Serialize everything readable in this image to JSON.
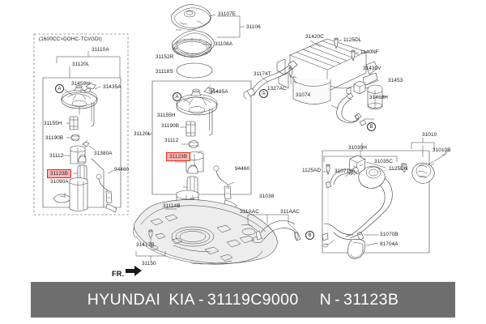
{
  "diagram": {
    "title_variant": "(1600CC>DOHC-TCI/GDI)",
    "orientation_marker": "FR.",
    "callouts": {
      "A": "A",
      "B": "B"
    },
    "left_panel_labels": [
      {
        "id": "31110A",
        "text": "31110A"
      },
      {
        "id": "31120L-left",
        "text": "31120L"
      },
      {
        "id": "31459H",
        "text": "31459H"
      },
      {
        "id": "31435A-left",
        "text": "31435A"
      },
      {
        "id": "31155H-left",
        "text": "31155H"
      },
      {
        "id": "31190B-left",
        "text": "31190B"
      },
      {
        "id": "31112-left",
        "text": "31112"
      },
      {
        "id": "31380A",
        "text": "31380A"
      },
      {
        "id": "31090A",
        "text": "31090A"
      },
      {
        "id": "94460-left",
        "text": "94460"
      }
    ],
    "center_panel_labels": [
      {
        "id": "31107E",
        "text": "31107E"
      },
      {
        "id": "31108A",
        "text": "31108A"
      },
      {
        "id": "31106",
        "text": "31106"
      },
      {
        "id": "31152R",
        "text": "31152R"
      },
      {
        "id": "31118S",
        "text": "31118S"
      },
      {
        "id": "31435A-center",
        "text": "31435A"
      },
      {
        "id": "31155H-center",
        "text": "31155H"
      },
      {
        "id": "31190B-center",
        "text": "31190B"
      },
      {
        "id": "31112-center",
        "text": "31112"
      },
      {
        "id": "31120L-center",
        "text": "31120L"
      },
      {
        "id": "31114B",
        "text": "31114B"
      },
      {
        "id": "94460-center",
        "text": "94460"
      },
      {
        "id": "31417B",
        "text": "31417B"
      },
      {
        "id": "31150",
        "text": "31150"
      }
    ],
    "right_panel_labels": [
      {
        "id": "31420C",
        "text": "31420C"
      },
      {
        "id": "1125DL",
        "text": "1125DL"
      },
      {
        "id": "1140NF",
        "text": "1140NF"
      },
      {
        "id": "31430V",
        "text": "31430V"
      },
      {
        "id": "31453",
        "text": "31453"
      },
      {
        "id": "31074",
        "text": "31074"
      },
      {
        "id": "31468H",
        "text": "31468H"
      },
      {
        "id": "31174T",
        "text": "31174T"
      },
      {
        "id": "1327AC",
        "text": "1327AC"
      },
      {
        "id": "31038",
        "text": "31038"
      },
      {
        "id": "311AAC-left",
        "text": "311AAC"
      },
      {
        "id": "311AAC-right",
        "text": "311AAC"
      },
      {
        "id": "31030H",
        "text": "31030H"
      },
      {
        "id": "31035C",
        "text": "31035C"
      },
      {
        "id": "31071H",
        "text": "31071H"
      },
      {
        "id": "1125AD",
        "text": "1125AD"
      },
      {
        "id": "1125DN",
        "text": "1125DN"
      },
      {
        "id": "31010",
        "text": "31010"
      },
      {
        "id": "31010B",
        "text": "31010B"
      },
      {
        "id": "31070B",
        "text": "31070B"
      },
      {
        "id": "81704A",
        "text": "81704A"
      }
    ],
    "highlighted_parts": [
      {
        "id": "highlight-left",
        "text": "31123B"
      },
      {
        "id": "highlight-center",
        "text": "31123B"
      }
    ],
    "accent_colors": {
      "highlight_fill": "#fbb6b6",
      "highlight_border": "#e8261c",
      "line": "#3a3a3a",
      "footer_bg": "#6e6e6e"
    }
  },
  "footer": {
    "brand_hyundai": "HYUNDAI",
    "brand_kia": "KIA",
    "dash1": "-",
    "part_number": "31119C9000",
    "ref_prefix": "N",
    "dash2": "-",
    "ref_number": "31123B"
  }
}
